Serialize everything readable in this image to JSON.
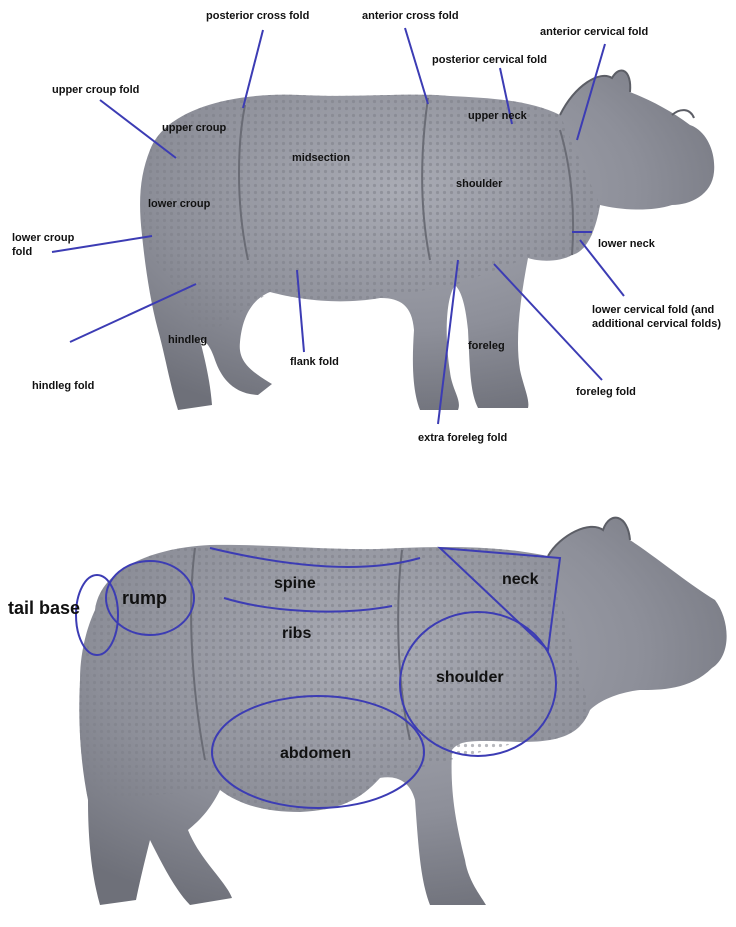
{
  "colors": {
    "leader_line": "#3c3cb4",
    "rhino_skin": "#8d8f99",
    "rhino_skin_dark": "#6e7079",
    "rhino_skin_light": "#a9abb4",
    "background": "#ffffff"
  },
  "top_panel": {
    "labels": {
      "posterior_cross_fold": "posterior cross fold",
      "anterior_cross_fold": "anterior cross fold",
      "anterior_cervical_fold": "anterior cervical fold",
      "posterior_cervical_fold": "posterior cervical fold",
      "upper_croup_fold": "upper croup fold",
      "upper_croup": "upper croup",
      "upper_neck": "upper neck",
      "midsection": "midsection",
      "shoulder": "shoulder",
      "lower_croup": "lower croup",
      "lower_croup_fold_1": "lower croup",
      "lower_croup_fold_2": "fold",
      "lower_neck": "lower neck",
      "lower_cervical_fold_1": "lower cervical fold (and",
      "lower_cervical_fold_2": "additional cervical folds)",
      "hindleg": "hindleg",
      "flank_fold": "flank fold",
      "foreleg": "foreleg",
      "hindleg_fold": "hindleg fold",
      "foreleg_fold": "foreleg fold",
      "extra_foreleg_fold": "extra foreleg fold"
    }
  },
  "bottom_panel": {
    "labels": {
      "tail_base": "tail base",
      "rump": "rump",
      "spine": "spine",
      "neck": "neck",
      "ribs": "ribs",
      "shoulder": "shoulder",
      "abdomen": "abdomen"
    }
  }
}
